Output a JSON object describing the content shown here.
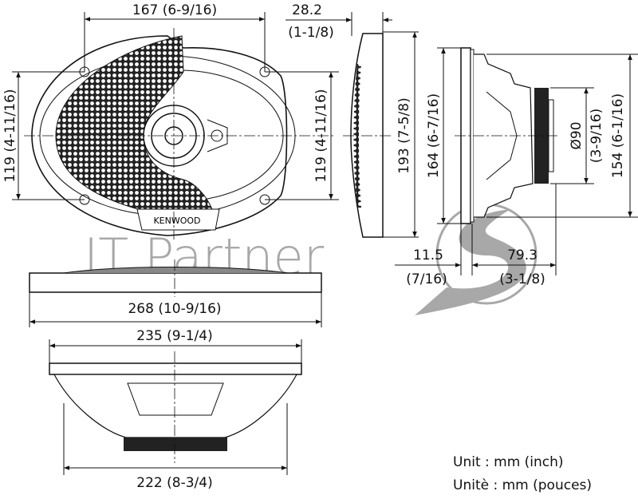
{
  "dimensions": {
    "top_width": "167 (6-9/16)",
    "left_height": "119 (4-11/16)",
    "right_height": "119 (4-11/16)",
    "depth_mm": "28.2",
    "depth_inch": "(1-1/8)",
    "side_height": "193 (7-5/8)",
    "frame_height": "164 (6-7/16)",
    "magnet_dia_mm": "Ø90",
    "magnet_dia_inch": "(3-9/16)",
    "basket_height": "154 (6-1/16)",
    "flange_mm": "11.5",
    "flange_inch": "(7/16)",
    "mount_depth_mm": "79.3",
    "mount_depth_inch": "(3-1/8)",
    "overall_width": "268 (10-9/16)",
    "cutout_width": "235 (9-1/4)",
    "bottom_width": "222 (8-3/4)"
  },
  "brand_logo": "KENWOOD",
  "watermark": "IT Partner",
  "units": {
    "english": "Unit : mm (inch)",
    "french": "Unitè : mm (pouces)"
  }
}
